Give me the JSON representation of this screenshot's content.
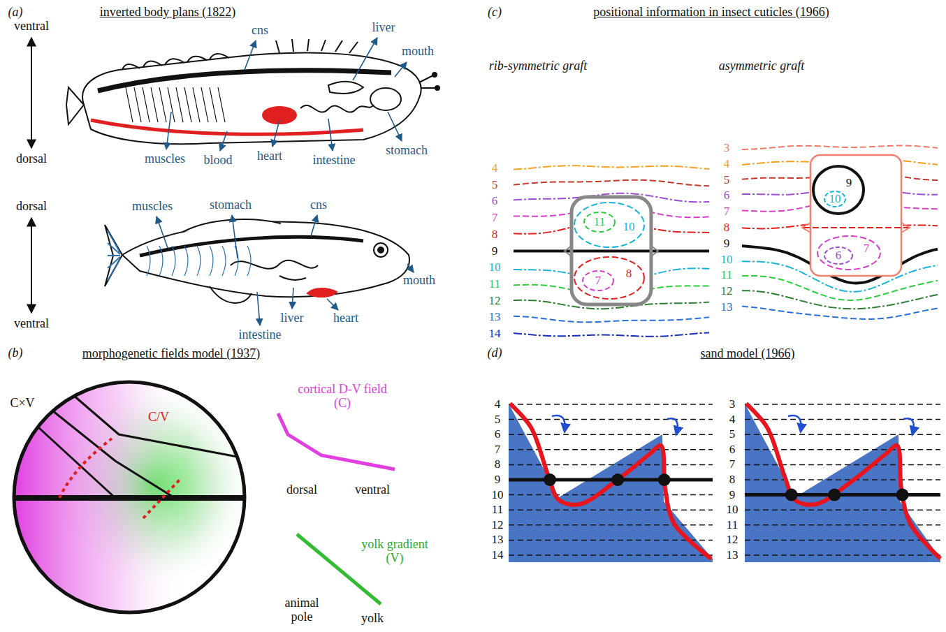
{
  "diagram": {
    "labels": [
      "(a)",
      "inverted body plans (1822)",
      "ventral",
      "dorsal",
      "cns",
      "liver",
      "mouth",
      "stomach",
      "intestine",
      "heart",
      "blood",
      "muscles",
      "dorsal",
      "ventral",
      "muscles",
      "stomach",
      "cns",
      "mouth",
      "heart",
      "liver",
      "intestine",
      "(b)",
      "morphogenetic fields model (1937)",
      "C×V",
      "C/V",
      "cortical D-V field (C)",
      "dorsal",
      "ventral",
      "yolk gradient (V)",
      "animal pole",
      "yolk",
      "(c)",
      "positional information in insect cuticles (1966)",
      "rib-symmetric graft",
      "asymmetric graft",
      "4",
      "5",
      "6",
      "7",
      "8",
      "9",
      "10",
      "11",
      "12",
      "13",
      "14",
      "11",
      "10",
      "8",
      "7",
      "3",
      "4",
      "5",
      "6",
      "7",
      "8",
      "9",
      "10",
      "11",
      "12",
      "13",
      "9",
      "10",
      "7",
      "6",
      "(d)",
      "sand model (1966)",
      "4",
      "5",
      "6",
      "7",
      "8",
      "9",
      "10",
      "11",
      "12",
      "13",
      "14",
      "3",
      "4",
      "5",
      "6",
      "7",
      "8",
      "9",
      "10",
      "11",
      "12",
      "13"
    ]
  }
}
